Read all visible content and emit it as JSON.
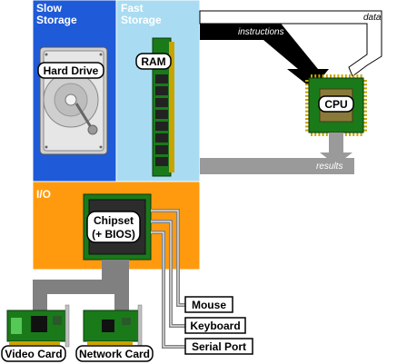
{
  "zones": {
    "slow_storage": "Slow\nStorage",
    "fast_storage": "Fast\nStorage",
    "io": "I/O"
  },
  "components": {
    "hard_drive": "Hard Drive",
    "ram": "RAM",
    "cpu": "CPU",
    "chipset_line1": "Chipset",
    "chipset_line2": "(+ BIOS)",
    "mouse": "Mouse",
    "keyboard": "Keyboard",
    "serial_port": "Serial Port",
    "video_card": "Video Card",
    "network_card": "Network Card"
  },
  "flows": {
    "instructions": "instructions",
    "data": "data",
    "results": "results"
  },
  "colors": {
    "slow_storage": "#1f5bd8",
    "fast_storage": "#a9dcf2",
    "io": "#ff9a0e",
    "bus": "#808080",
    "pcb_green": "#1a7a1a",
    "results_gray": "#9a9a9a"
  }
}
